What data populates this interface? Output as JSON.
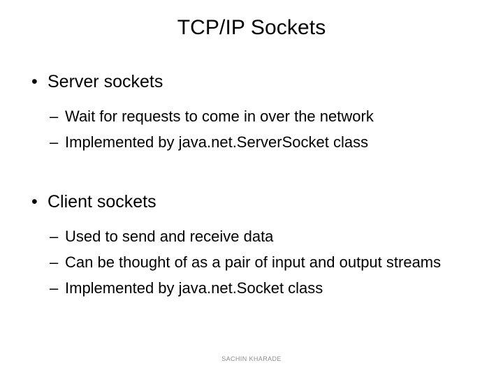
{
  "slide": {
    "title": "TCP/IP Sockets",
    "background_color": "#ffffff",
    "text_color": "#000000",
    "footer_color": "#8d8d8d",
    "bullet_marker": "•",
    "subbullet_marker": "–",
    "groups": [
      {
        "heading": "Server sockets",
        "items": [
          "Wait for requests to come in over the network",
          "Implemented by java.net.ServerSocket class"
        ]
      },
      {
        "heading": "Client sockets",
        "items": [
          "Used to send and receive data",
          "Can be thought of as a pair of input and output streams",
          "Implemented by java.net.Socket class"
        ]
      }
    ],
    "footer": "SACHIN KHARADE"
  }
}
